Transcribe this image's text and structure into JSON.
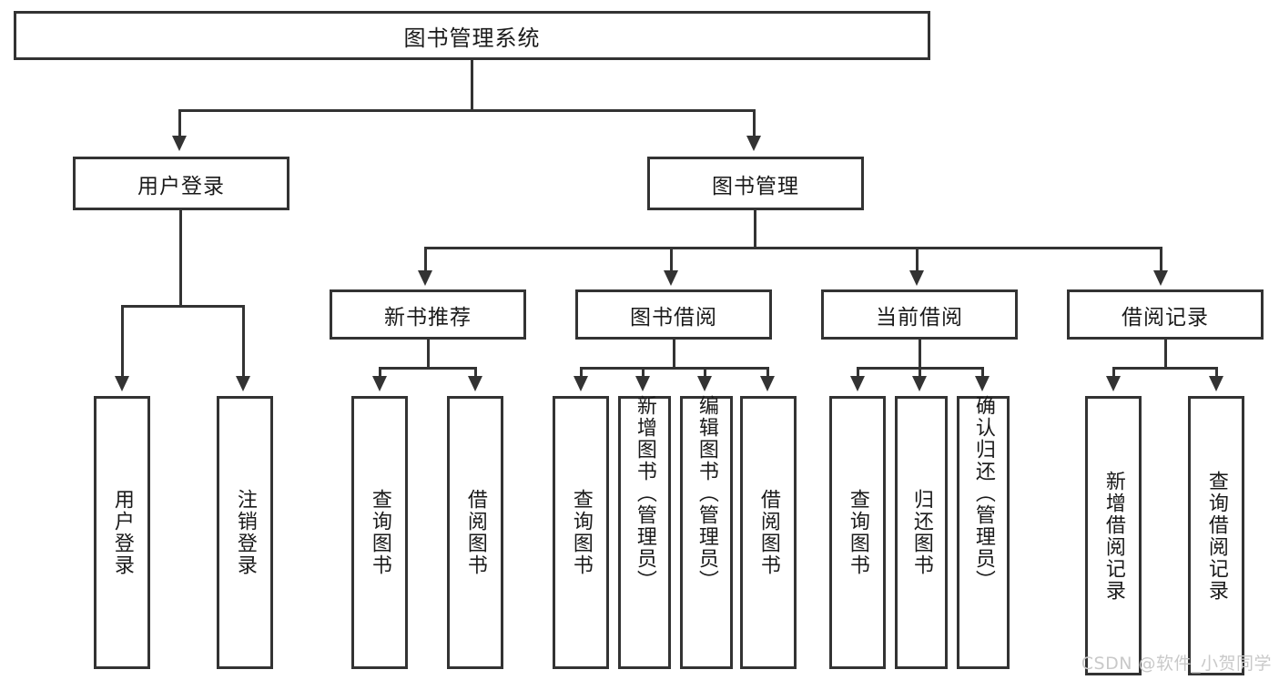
{
  "diagram": {
    "title": "图书管理系统",
    "root": {
      "label": "图书管理系统"
    },
    "level2": [
      {
        "label": "用户登录"
      },
      {
        "label": "图书管理"
      }
    ],
    "level3": [
      {
        "label": "新书推荐"
      },
      {
        "label": "图书借阅"
      },
      {
        "label": "当前借阅"
      },
      {
        "label": "借阅记录"
      }
    ],
    "leaves": {
      "user_login": [
        {
          "label": "用户登录"
        },
        {
          "label": "注销登录"
        }
      ],
      "new_book_recommend": [
        {
          "label": "查询图书"
        },
        {
          "label": "借阅图书"
        }
      ],
      "book_borrow": [
        {
          "label": "查询图书"
        },
        {
          "label": "新增图书（管理员）"
        },
        {
          "label": "编辑图书（管理员）"
        },
        {
          "label": "借阅图书"
        }
      ],
      "current_borrow": [
        {
          "label": "查询图书"
        },
        {
          "label": "归还图书"
        },
        {
          "label": "确认归还（管理员）"
        }
      ],
      "borrow_record": [
        {
          "label": "新增借阅记录"
        },
        {
          "label": "查询借阅记录"
        }
      ]
    }
  },
  "watermark": {
    "text": "CSDN @软件_小贺同学"
  },
  "colors": {
    "stroke": "#333333",
    "fill": "#ffffff",
    "text": "#1a1a1a",
    "watermark": "#c9c9c9"
  }
}
